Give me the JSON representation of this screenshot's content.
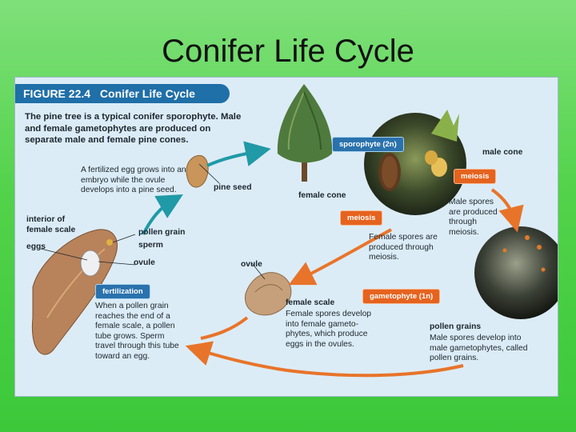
{
  "slide": {
    "title": "Conifer Life Cycle"
  },
  "figure": {
    "number": "FIGURE 22.4",
    "heading": "Conifer Life Cycle",
    "intro": "The pine tree is a typical conifer sporophyte. Male and female gametophytes are produced on separate male and female pine cones.",
    "embryo_text": "A fertilized egg grows into an embryo while the ovule develops into a pine seed.",
    "labels": {
      "pine_seed": "pine seed",
      "interior": "interior of female scale",
      "pollen_grain": "pollen grain",
      "sperm": "sperm",
      "eggs": "eggs",
      "ovule_left": "ovule",
      "ovule_center": "ovule",
      "female_cone": "female cone",
      "male_cone": "male cone",
      "female_scale": "female scale",
      "pollen_grains": "pollen grains"
    },
    "tags": {
      "sporophyte": "sporophyte (2n)",
      "meiosis_right": "meiosis",
      "meiosis_center": "meiosis",
      "gametophyte": "gametophyte (1n)",
      "fertilization": "fertilization"
    },
    "texts": {
      "male_spores": "Male spores are produced through meiosis.",
      "female_spores": "Female spores are produced through meiosis.",
      "female_scale_desc": "Female spores develop into female gameto-phytes, which produce eggs in the ovules.",
      "fertilization_desc": "When a pollen grain reaches the end of a female scale, a pollen tube grows. Sperm travel through this tube toward an egg.",
      "pollen_desc": "Male spores develop into male gametophytes, called pollen grains."
    },
    "colors": {
      "teal_arrow": "#1f9aa6",
      "orange_arrow": "#e8742a",
      "header_blue": "#1f6fa8"
    }
  }
}
